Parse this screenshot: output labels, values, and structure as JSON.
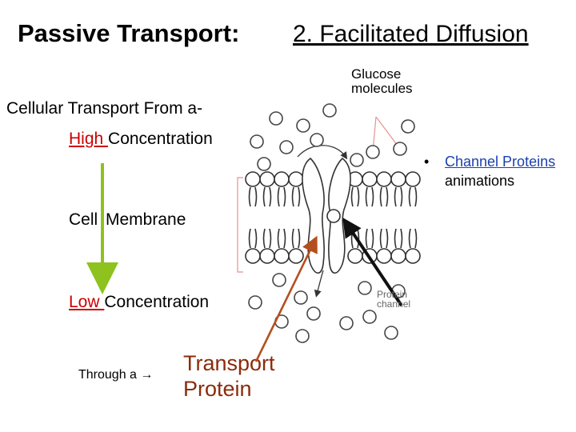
{
  "title": {
    "main": "Passive Transport:",
    "sub": "2. Facilitated Diffusion"
  },
  "labels": {
    "glucose": "Glucose molecules",
    "from_a": "Cellular Transport From a-",
    "high_word": "High ",
    "high_rest": "Concentration",
    "membrane": "Cell Membrane",
    "low_word": "Low ",
    "low_rest": "Concentration",
    "through": "Through a",
    "transport_protein": "Transport Protein",
    "protein_channel": "Protein channel"
  },
  "bullet": {
    "link": "Channel Proteins",
    "rest": "animations"
  },
  "colors": {
    "green_arrow": "#8dc21f",
    "brown_arrow": "#b54e1f",
    "black_arrow": "#111111",
    "red_text": "#cc0000",
    "link_blue": "#1a3fb0",
    "guide_pink": "#e89090"
  }
}
